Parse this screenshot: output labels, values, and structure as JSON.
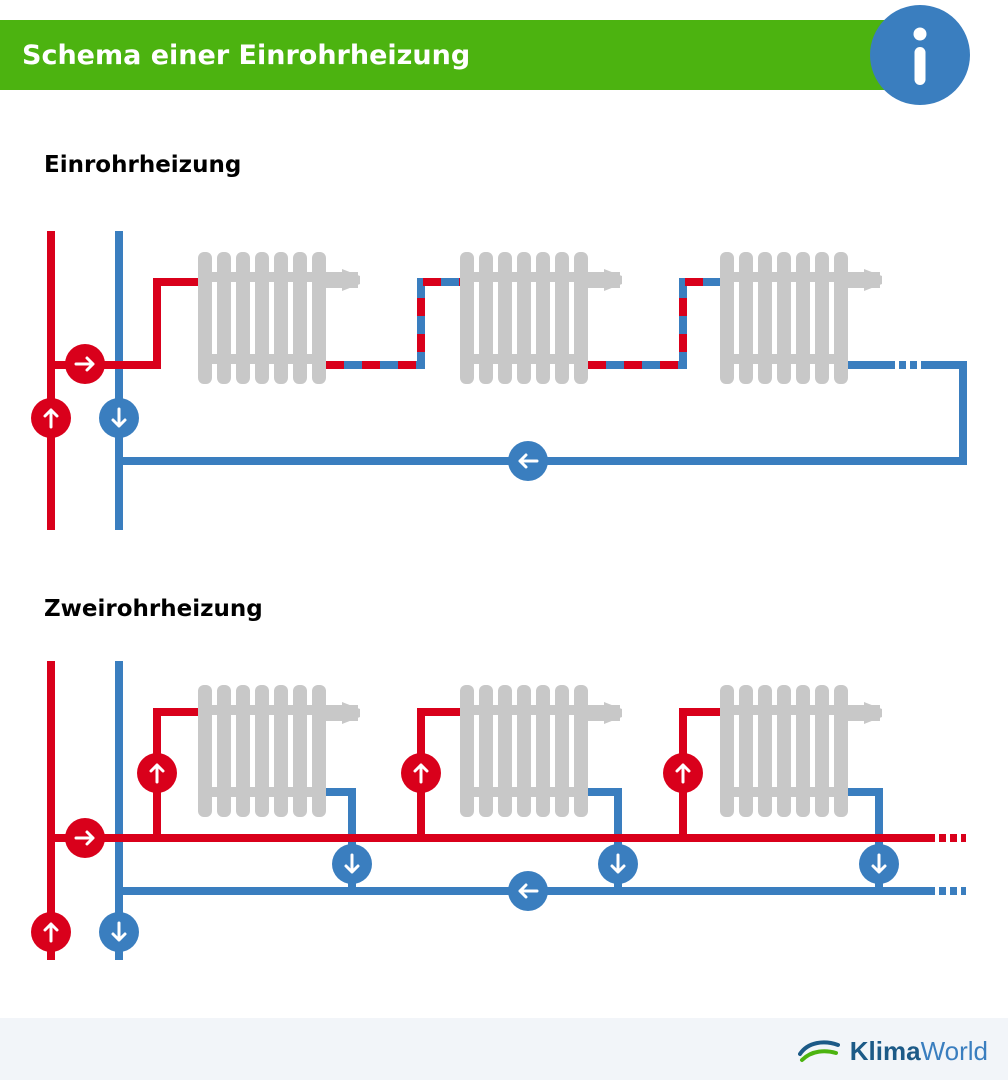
{
  "header": {
    "title": "Schema einer Einrohrheizung"
  },
  "sections": {
    "one_pipe": {
      "title": "Einrohrheizung"
    },
    "two_pipe": {
      "title": "Zweirohrheizung"
    }
  },
  "footer": {
    "brand_part1": "Klima",
    "brand_part2": "World"
  },
  "icons": {
    "info": "info-icon",
    "arrow_up": "arrow-up-icon",
    "arrow_down": "arrow-down-icon",
    "arrow_right": "arrow-right-icon",
    "arrow_left": "arrow-left-icon",
    "radiator": "radiator-icon"
  },
  "colors": {
    "header_green": "#4cb310",
    "info_blue": "#3a7ebf",
    "supply_red": "#d9001b",
    "return_blue": "#3a7ebf",
    "radiator_grey": "#c8c8c8",
    "footer_bg": "#f2f5f9"
  }
}
